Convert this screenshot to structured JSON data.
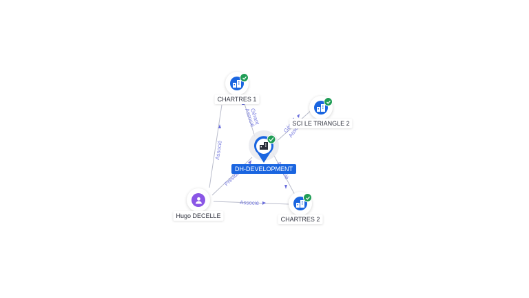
{
  "nodes": {
    "main": {
      "label": "DH-DEVELOPMENT"
    },
    "chartres1": {
      "label": "CHARTRES 1"
    },
    "sci": {
      "label": "SCI LE TRIANGLE 2"
    },
    "chartres2": {
      "label": "CHARTRES 2"
    },
    "hugo": {
      "label": "Hugo DECELLE"
    }
  },
  "edges": {
    "main_chartres1_a": "Gérant",
    "main_chartres1_b": "Associé",
    "main_sci_a": "Gérant",
    "main_sci_b": "Associé",
    "main_chartres2": "Associé",
    "hugo_chartres1": "Associé",
    "hugo_main": "Président",
    "hugo_chartres2": "Associé"
  },
  "colors": {
    "company": "#1a65e0",
    "person": "#8a56e6",
    "verified_badge": "#1f9d55",
    "edge": "#b9bccb",
    "edge_label": "#7b7fe0"
  },
  "icons": {
    "company": "building-icon",
    "person": "person-icon",
    "badge": "check-badge-icon",
    "main_marker": "map-pin-icon"
  }
}
